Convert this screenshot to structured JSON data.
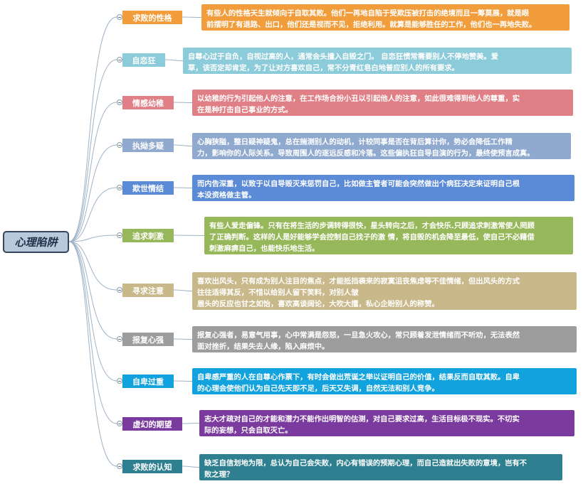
{
  "root": {
    "label": "心理陷阱"
  },
  "colors": {
    "connector": "#9fb3c6",
    "root_border": "#33465c",
    "root_fill": "#b9c9dc"
  },
  "branches": [
    {
      "label": "求败的性格",
      "color": "#f29d3c",
      "note_color": "#f29d3c",
      "note": "有些人的性格天生就倾向于自取其败。他们一再地自陷于受欺压被打击的绝境而且一筹莫展，就是眼\n前摆明了有退路、出口，他们还是视而不见，拒绝利用。就算是能够胜任的工作，他们也一再地失败。"
    },
    {
      "label": "自恋狂",
      "color": "#8ccbd9",
      "note_color": "#8ccbd9",
      "note": "自尊心过于自负，自视过高的人，通常会头撞入自毁之门。 自恋狂惯常需要别人不停地赞美。爱\n草，该否定却肯定，为了让对方喜欢自己，常不分青红皂白地普应别人的所有要求。"
    },
    {
      "label": "情感幼稚",
      "color": "#e07f86",
      "note_color": "#e07f86",
      "note": "以幼稚的行为引起他人的注意，在工作场合扮小丑以引起他人的注意，如此很难得到他人的尊重，实\n在是种打击自己事业的方式。"
    },
    {
      "label": "执拗多疑",
      "color": "#8fa9cf",
      "note_color": "#8fa9cf",
      "note": "心胸狭隘，整日疑神疑鬼，总在揣测别人的动机，计较同事是否在背后算计你，势必会降低工作精\n力，影响你的人际关系。导致周围人的逐远反感和冷落。这些偏执狂自导自演的行为，最终使预言成真。"
    },
    {
      "label": "欺世情结",
      "color": "#5b8ad6",
      "note_color": "#5b8ad6",
      "note": "而内告深重，以致于以自导毁灭来惩罚自己，比如做主管者可能会突然做出个病狂决定来证明自己根\n本没资格做主管。"
    },
    {
      "label": "追求刺激",
      "color": "#96b85a",
      "note_color": "#96b85a",
      "note": "有些人爱走偏锋。只有在将生活的步调转得很快，星头转向之后，才会快乐.只顾追求刺激常使人罔顾\n了正确判断。这样的人是好能够学会控制自己找子的激 情，将自毁的机会降至最低，使自己不必藉借\n刺激麻痹自己，也能快乐地生活。"
    },
    {
      "label": "寻求注意",
      "color": "#c8b88a",
      "note_color": "#c8b88a",
      "note": "喜欢出风头，只有成为别人注目的焦点，才能抵挡袭来的寂寞沮丧焦虑等不佳情绪，但出风头的方式\n往往适得其反，不惜以给别人留下笑料，对别人皱\n眉头的反应也甘之如饴，喜欢高谈阔论，大吹大擂，私心企盼别人的称赞。"
    },
    {
      "label": "报复心强",
      "color": "#9d9d9d",
      "note_color": "#9d9d9d",
      "note": "报复心强者，易意气用事，心中常满是怨怒，一旦急火攻心，常只顾着发泄情绪而不听劝，无法表然\n面对挫折，结果失去人缘，陷入麻烦中。"
    },
    {
      "label": "自卑过重",
      "color": "#12a3de",
      "note_color": "#12a3de",
      "note": "自卑感严重的人在自尊心作票下，有时会做出荒诞之举以证明自己的价值，结果反而自取其败。自卑\n的心理会使他们认为自己先天即不足，后天又失调，自然无法和别人竞争。"
    },
    {
      "label": "虚幻的期望",
      "color": "#7a3a9e",
      "note_color": "#7a3a9e",
      "note": "志大才疏对自己的才能和潜力不能作出明智的估测，对自己要求过高，生活目标极不现实。不切实\n际的妄想，只会自取灭亡。"
    },
    {
      "label": "求败的认知",
      "color": "#2e7f8f",
      "note_color": "#2e7f8f",
      "note": "缺乏自信划地为限，总认为自己会失败，内心有错误的预期心理，而自己造就出失败的意境，岂有不\n败之理？"
    }
  ]
}
